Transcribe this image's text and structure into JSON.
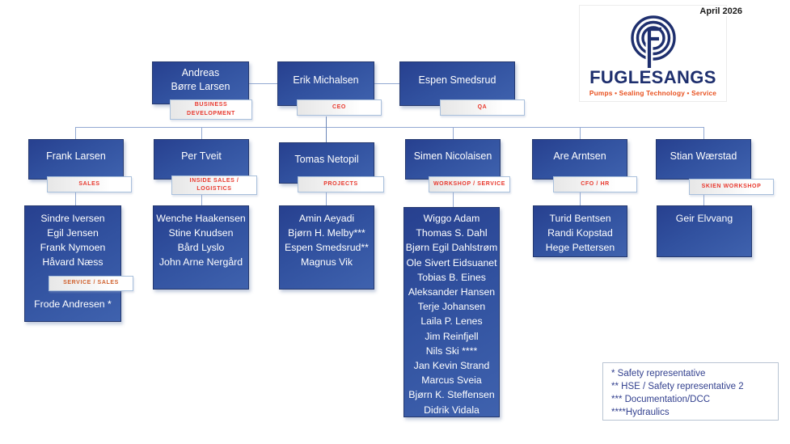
{
  "header": {
    "date": "April 2026"
  },
  "logo": {
    "brand": "FUGLESANGS",
    "tagline": "Pumps • Sealing Technology • Service",
    "brand_navy": "#1e2f6e",
    "brand_orange": "#e8501e"
  },
  "colors": {
    "box_blue_dark": "#27408f",
    "box_blue_light": "#3f62ae",
    "role_accent_red": "#e8392e",
    "role_accent_orange": "#d0622f",
    "connector_blue": "#93a9d2",
    "legend_text_blue": "#33418f"
  },
  "nodes": {
    "business_development": {
      "name": "Andreas\nBørre Larsen",
      "role": "BUSINESS\nDEVELOPMENT"
    },
    "ceo": {
      "name": "Erik Michalsen",
      "role": "CEO"
    },
    "qa": {
      "name": "Espen Smedsrud",
      "role": "QA"
    },
    "sales": {
      "name": "Frank Larsen",
      "role": "SALES"
    },
    "inside_sales": {
      "name": "Per Tveit",
      "role": "INSIDE SALES /\nLOGISTICS"
    },
    "projects": {
      "name": "Tomas Netopil",
      "role": "PROJECTS"
    },
    "workshop": {
      "name": "Simen Nicolaisen",
      "role": "WORKSHOP / SERVICE"
    },
    "cfo": {
      "name": "Are Arntsen",
      "role": "CFO / HR"
    },
    "skien": {
      "name": "Stian Wærstad",
      "role": "SKIEN WORKSHOP"
    }
  },
  "teams": {
    "sales": {
      "members": [
        "Sindre Iversen",
        "Egil Jensen",
        "Frank Nymoen",
        "Håvard Næss"
      ],
      "sub_role": "SERVICE / SALES",
      "extra_members": [
        "Frode Andresen *"
      ]
    },
    "inside_sales": {
      "members": [
        "Wenche Haakensen",
        "Stine Knudsen",
        "Bård Lyslo",
        "John Arne Nergård"
      ]
    },
    "projects": {
      "members": [
        "Amin Aeyadi",
        "Bjørn H. Melby***",
        "Espen Smedsrud**",
        "Magnus Vik"
      ]
    },
    "workshop": {
      "members": [
        "Wiggo Adam",
        "Thomas S. Dahl",
        "Bjørn Egil Dahlstrøm",
        "Ole Sivert Eidsuanet",
        "Tobias B. Eines",
        "Aleksander Hansen",
        "Terje Johansen",
        "Laila P. Lenes",
        "Jim Reinfjell",
        "Nils Ski ****",
        "Jan Kevin Strand",
        "Marcus Sveia",
        "Bjørn K. Steffensen",
        "Didrik Vidala"
      ]
    },
    "cfo": {
      "members": [
        "Turid Bentsen",
        "Randi Kopstad",
        "Hege Pettersen"
      ]
    },
    "skien": {
      "members": [
        "Geir Elvvang"
      ]
    }
  },
  "legend": {
    "items": [
      "* Safety representative",
      "** HSE / Safety representative 2",
      "*** Documentation/DCC",
      "****Hydraulics"
    ]
  }
}
